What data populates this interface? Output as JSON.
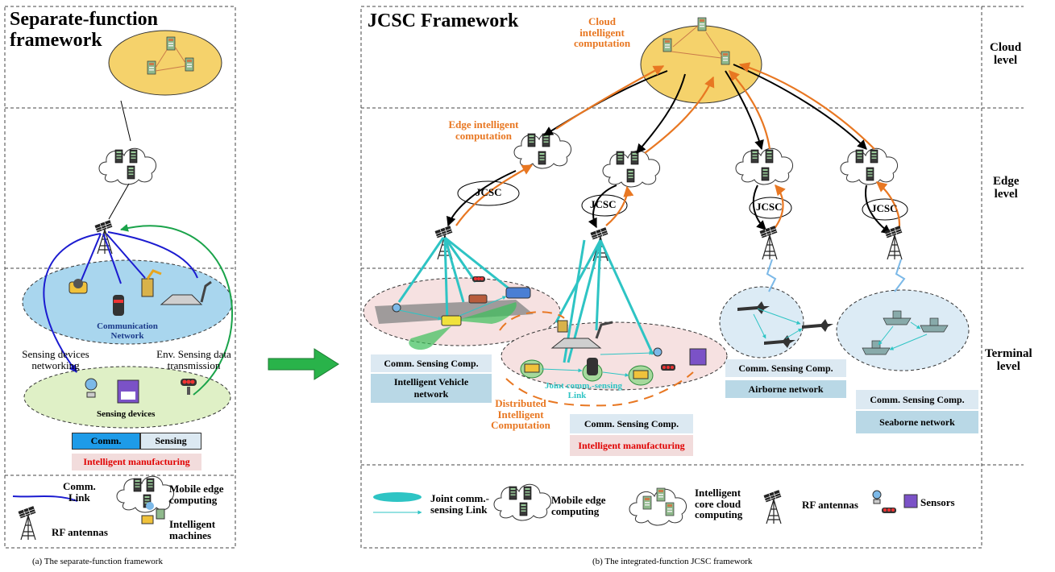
{
  "left_panel": {
    "title": "Separate-function framework",
    "title_line1": "Separate-function",
    "title_line2": "framework",
    "communication_network": "Communication Network",
    "comm_net_line1": "Communication",
    "comm_net_line2": "Network",
    "sensing_networking": "Sensing devices networking",
    "sensing_net_line1": "Sensing devices",
    "sensing_net_line2": "networking",
    "env_sensing": "Env. Sensing data transmission",
    "env_line1": "Env. Sensing data",
    "env_line2": "transmission",
    "sensing_devices": "Sensing devices",
    "comm_label": "Comm.",
    "sensing_label": "Sensing",
    "manufacturing": "Intelligent manufacturing",
    "legend": {
      "comm_link": "Comm. Link",
      "comm_link_l1": "Comm.",
      "comm_link_l2": "Link",
      "mec": "Mobile edge computing",
      "mec_l1": "Mobile edge",
      "mec_l2": "computing",
      "rf": "RF antennas",
      "machines": "Intelligent machines",
      "machines_l1": "Intelligent",
      "machines_l2": "machines"
    },
    "caption": "(a) The separate-function framework"
  },
  "right_panel": {
    "title": "JCSC Framework",
    "cloud_comp": "Cloud intelligent computation",
    "cloud_l1": "Cloud",
    "cloud_l2": "intelligent",
    "cloud_l3": "computation",
    "edge_comp": "Edge intelligent computation",
    "edge_l1": "Edge intelligent",
    "edge_l2": "computation",
    "jcsc": "JCSC",
    "comm_sensing_comp": "Comm. Sensing Comp.",
    "vehicle": "Intelligent Vehicle network",
    "vehicle_l1": "Intelligent Vehicle",
    "vehicle_l2": "network",
    "manufacturing": "Intelligent manufacturing",
    "airborne": "Airborne network",
    "seaborne": "Seaborne network",
    "joint_link": "Joint comm.-sensing Link",
    "joint_l1": "Joint comm.-sensing",
    "joint_l2": "Link",
    "distributed_l1": "Distributed",
    "distributed_l2": "Intelligent",
    "distributed_l3": "Computation",
    "legend": {
      "joint_l1": "Joint comm.-",
      "joint_l2": "sensing Link",
      "mec_l1": "Mobile edge",
      "mec_l2": "computing",
      "core_l1": "Intelligent",
      "core_l2": "core cloud",
      "core_l3": "computing",
      "rf": "RF antennas",
      "sensors": "Sensors"
    },
    "caption": "(b) The integrated-function JCSC framework"
  },
  "levels": {
    "cloud_l1": "Cloud",
    "cloud_l2": "level",
    "edge_l1": "Edge",
    "edge_l2": "level",
    "terminal_l1": "Terminal",
    "terminal_l2": "level"
  },
  "colors": {
    "orange": "#e87722",
    "comm_link": "#1b1bd0",
    "sensing_link": "#1aa34a",
    "joint_link": "#2ec4c4",
    "cloud_yellow": "#f5d26b",
    "blue_ellipse": "#a9d6ee",
    "green_ellipse": "#dff0c6",
    "pink_ellipse": "#f6e1e1"
  },
  "icons": [
    "cloud-server-icon",
    "rf-antenna-icon",
    "server-rack-icon",
    "robot-arm-icon",
    "rfid-tag-icon",
    "sensor-icon",
    "airplane-icon",
    "ship-icon",
    "arrow-right-icon"
  ]
}
